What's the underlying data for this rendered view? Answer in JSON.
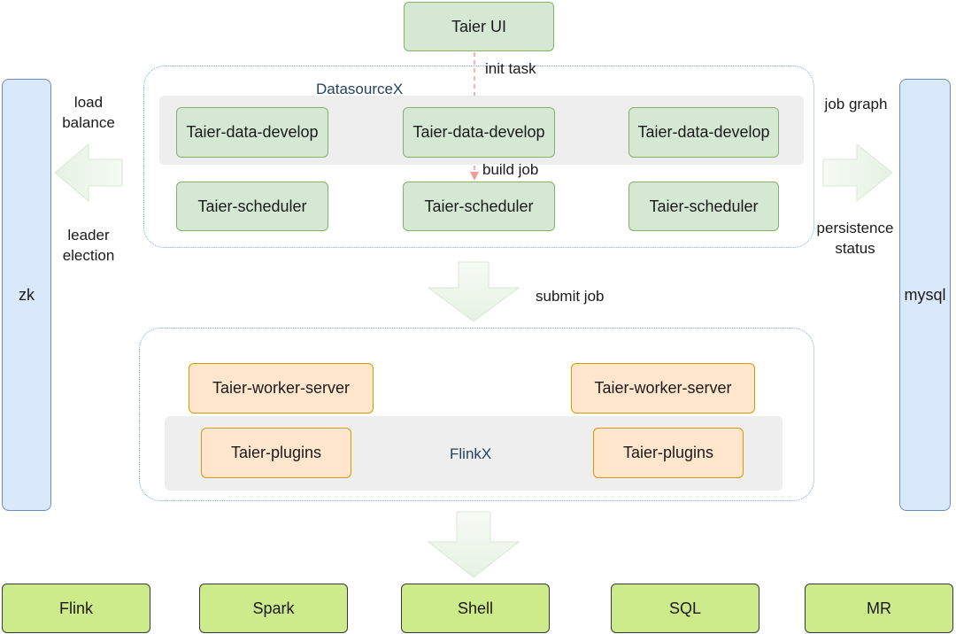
{
  "top": {
    "ui": "Taier UI"
  },
  "side": {
    "zk": "zk",
    "mysql": "mysql"
  },
  "groups": {
    "datasource": "DatasourceX",
    "flinkx": "FlinkX"
  },
  "develop": [
    "Taier-data-develop",
    "Taier-data-develop",
    "Taier-data-develop"
  ],
  "scheduler": [
    "Taier-scheduler",
    "Taier-scheduler",
    "Taier-scheduler"
  ],
  "worker": [
    "Taier-worker-server",
    "Taier-worker-server"
  ],
  "plugins": [
    "Taier-plugins",
    "Taier-plugins"
  ],
  "engines": [
    "Flink",
    "Spark",
    "Shell",
    "SQL",
    "MR"
  ],
  "labels": {
    "init_task": "init task",
    "build_job": "build job",
    "submit_job": "submit job",
    "load_balance_1": "load",
    "load_balance_2": "balance",
    "leader_election_1": "leader",
    "leader_election_2": "election",
    "job_graph": "job graph",
    "persistence_1": "persistence",
    "persistence_2": "status"
  },
  "colors": {
    "green_fill": "#d5e8d4",
    "orange_fill": "#ffe6cc",
    "lime_fill": "#cdeb8b",
    "blue_fill": "#dae8fc",
    "red_arrow": "#f19c99"
  }
}
